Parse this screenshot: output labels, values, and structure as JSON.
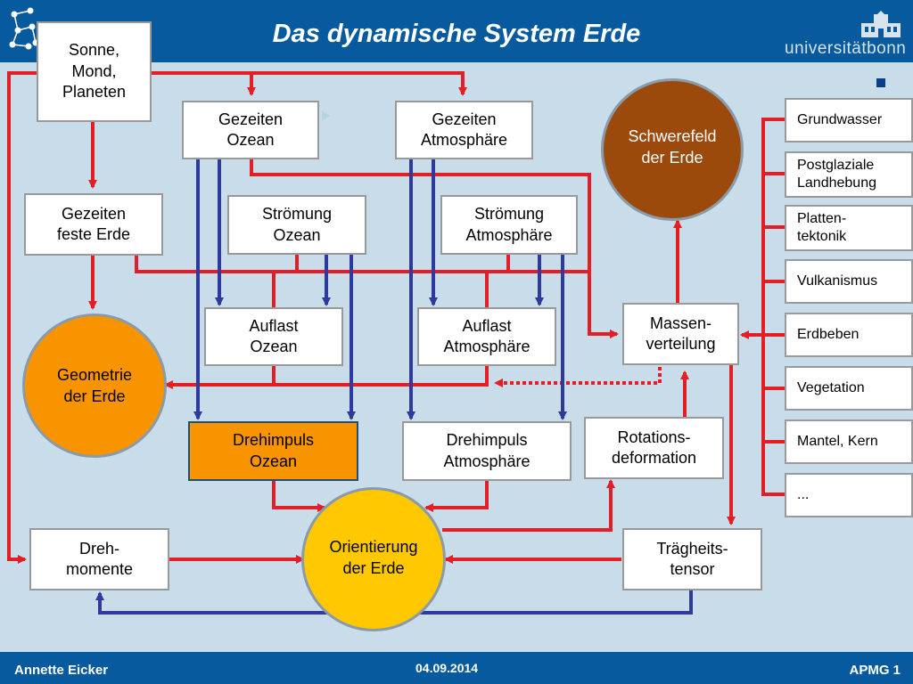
{
  "slide": {
    "title": "Das dynamische System Erde"
  },
  "logo": {
    "text": "universitätbonn"
  },
  "footer": {
    "author": "Annette Eicker",
    "date": "04.09.2014",
    "page": "APMG 1"
  },
  "nodes": {
    "sonne": "Sonne,\nMond,\nPlaneten",
    "gezeiten_ozean": "Gezeiten\nOzean",
    "gezeiten_atmosphaere": "Gezeiten\nAtmosphäre",
    "gezeiten_feste_erde": "Gezeiten\nfeste Erde",
    "stroemung_ozean": "Strömung\nOzean",
    "stroemung_atmosphaere": "Strömung\nAtmosphäre",
    "auflast_ozean": "Auflast\nOzean",
    "auflast_atmosphaere": "Auflast\nAtmosphäre",
    "massenverteilung": "Massen-\nverteilung",
    "drehimpuls_ozean": "Drehimpuls\nOzean",
    "drehimpuls_atmosphaere": "Drehimpuls\nAtmosphäre",
    "rotationsdeformation": "Rotations-\ndeformation",
    "drehmomente": "Dreh-\nmomente",
    "traegheitstensor": "Trägheits-\ntensor",
    "schwerefeld": "Schwerefeld\nder  Erde",
    "geometrie": "Geometrie\nder  Erde",
    "orientierung": "Orientierung\nder  Erde"
  },
  "sources": [
    "Grundwasser",
    "Postglaziale\nLandhebung",
    "Platten-\ntektonik",
    "Vulkanismus",
    "Erdbeben",
    "Vegetation",
    "Mantel, Kern",
    "..."
  ],
  "colors": {
    "header": "#075a9e",
    "background": "#c8dcea",
    "red_arrow": "#e41e26",
    "blue_arrow": "#2e3a9c",
    "orange": "#f79400",
    "brown": "#9c4a0c",
    "yellow": "#ffc800"
  }
}
